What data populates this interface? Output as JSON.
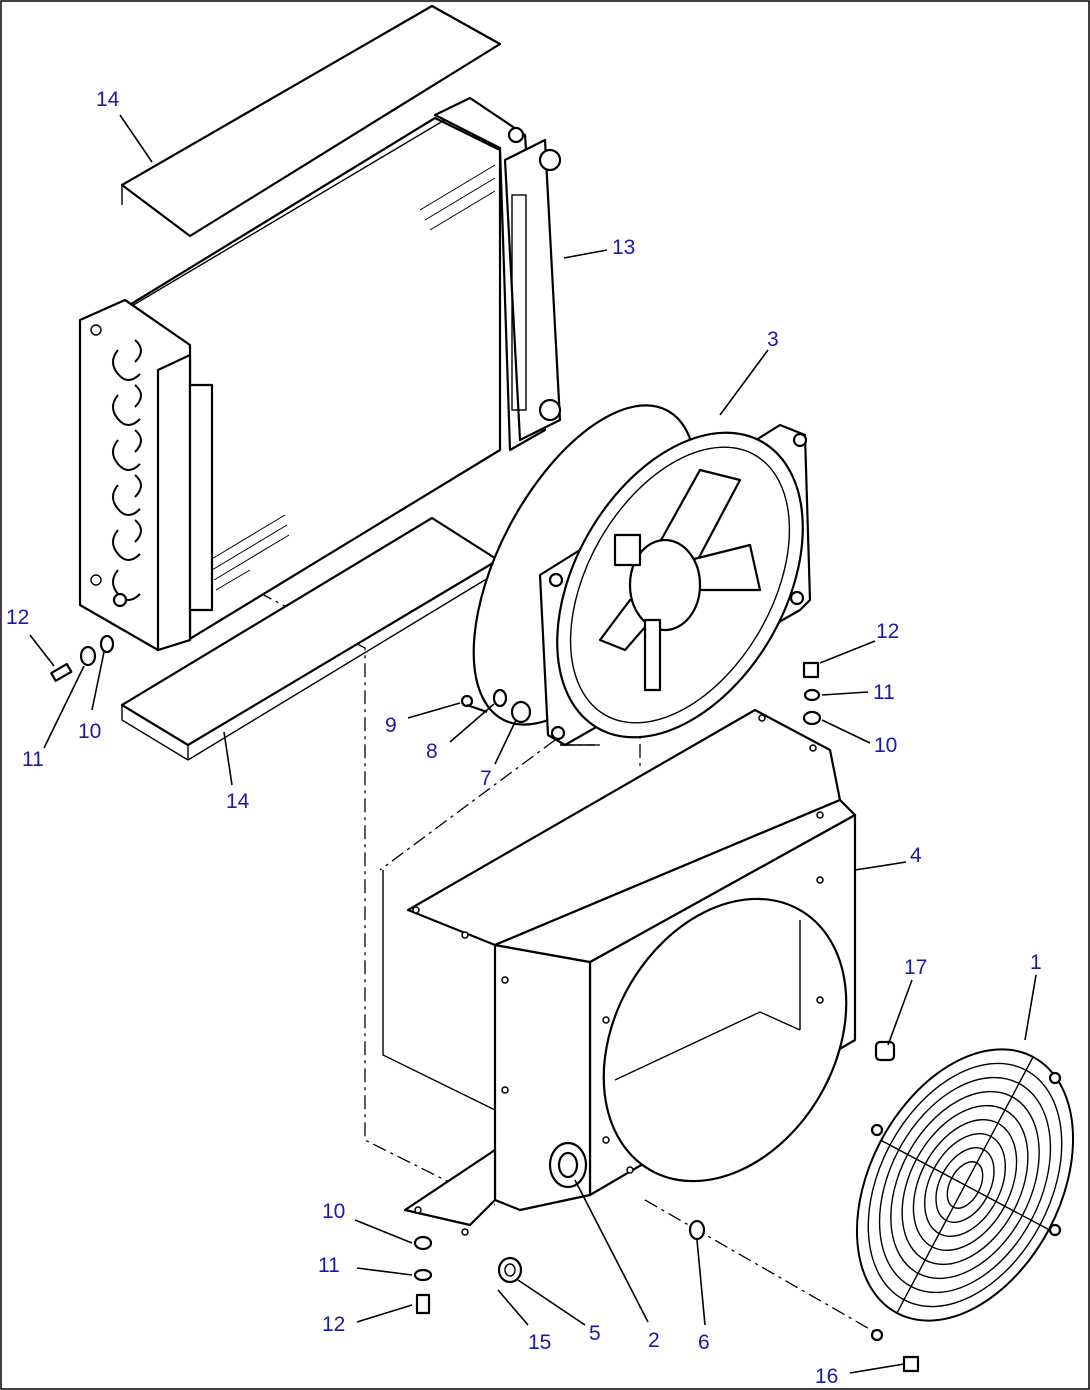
{
  "diagram": {
    "callouts": [
      {
        "id": "c14a",
        "text": "14"
      },
      {
        "id": "c13",
        "text": "13"
      },
      {
        "id": "c3",
        "text": "3"
      },
      {
        "id": "c12a",
        "text": "12"
      },
      {
        "id": "c11a",
        "text": "11"
      },
      {
        "id": "c10a",
        "text": "10"
      },
      {
        "id": "c14b",
        "text": "14"
      },
      {
        "id": "c9",
        "text": "9"
      },
      {
        "id": "c8",
        "text": "8"
      },
      {
        "id": "c7",
        "text": "7"
      },
      {
        "id": "c12b",
        "text": "12"
      },
      {
        "id": "c11b",
        "text": "11"
      },
      {
        "id": "c10b",
        "text": "10"
      },
      {
        "id": "c4",
        "text": "4"
      },
      {
        "id": "c17",
        "text": "17"
      },
      {
        "id": "c1",
        "text": "1"
      },
      {
        "id": "c10c",
        "text": "10"
      },
      {
        "id": "c11c",
        "text": "11"
      },
      {
        "id": "c12c",
        "text": "12"
      },
      {
        "id": "c15",
        "text": "15"
      },
      {
        "id": "c5",
        "text": "5"
      },
      {
        "id": "c2",
        "text": "2"
      },
      {
        "id": "c6",
        "text": "6"
      },
      {
        "id": "c16",
        "text": "16"
      }
    ]
  }
}
